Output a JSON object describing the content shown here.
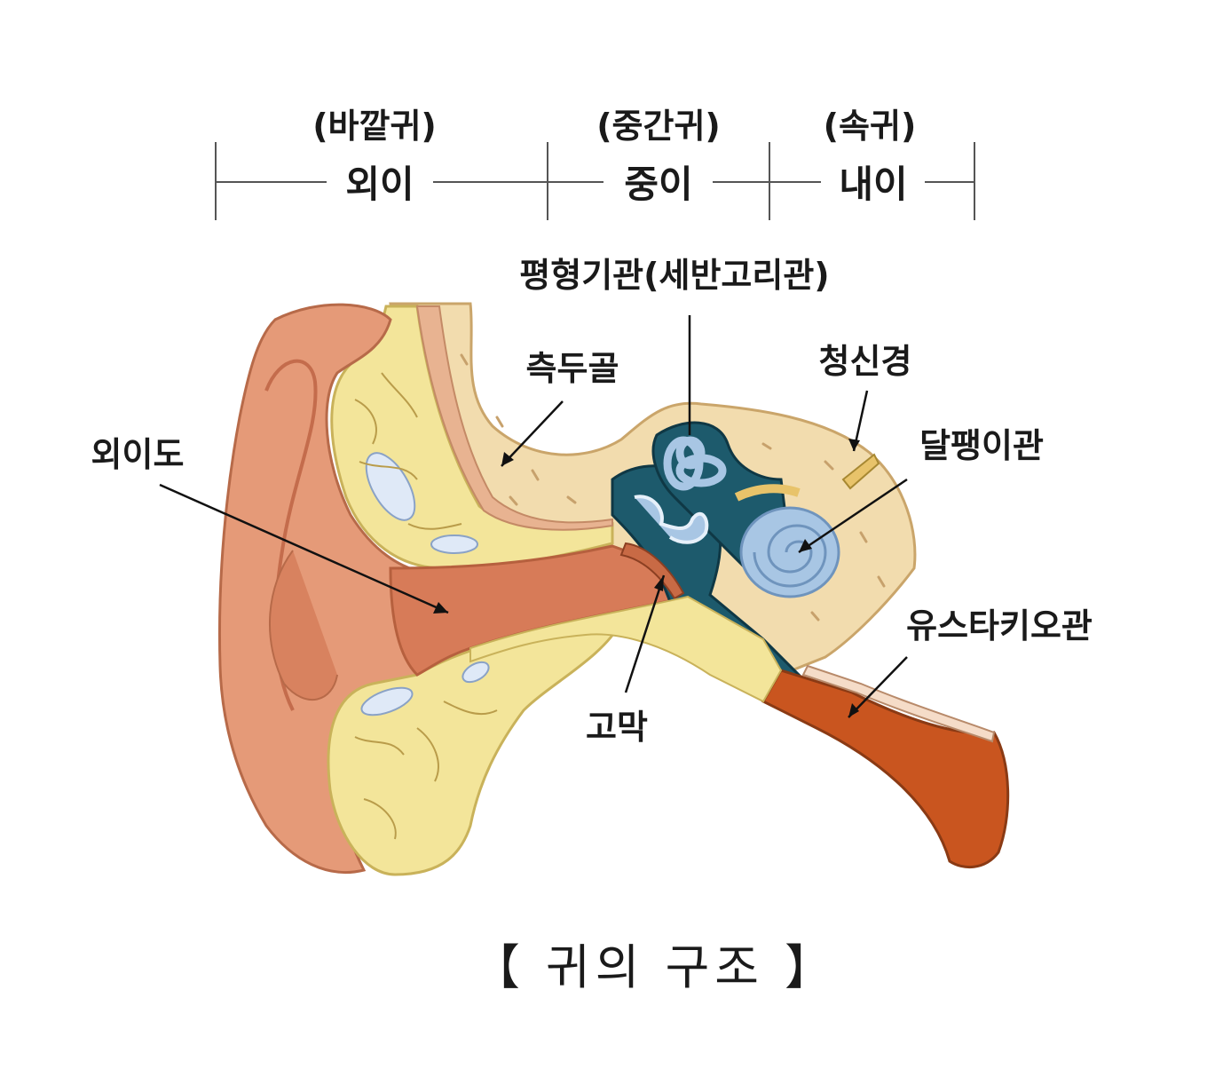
{
  "regions": [
    {
      "sub": "(바깥귀)",
      "name": "외이"
    },
    {
      "sub": "(중간귀)",
      "name": "중이"
    },
    {
      "sub": "(속귀)",
      "name": "내이"
    }
  ],
  "labels": {
    "vestibular": "평형기관(세반고리관)",
    "temporal_bone": "측두골",
    "auditory_nerve": "청신경",
    "ear_canal": "외이도",
    "cochlea": "달팽이관",
    "eustachian": "유스타키오관",
    "eardrum": "고막"
  },
  "title": "【 귀의 구조 】",
  "colors": {
    "auricle": "#e59a78",
    "auricle_dark": "#c8704f",
    "canal": "#d77b58",
    "cartilage": "#f3e59a",
    "bone": "#f2dcae",
    "inner_ear": "#1d5a6c",
    "labyrinth": "#a8c6e4",
    "tube": "#c9551f"
  }
}
